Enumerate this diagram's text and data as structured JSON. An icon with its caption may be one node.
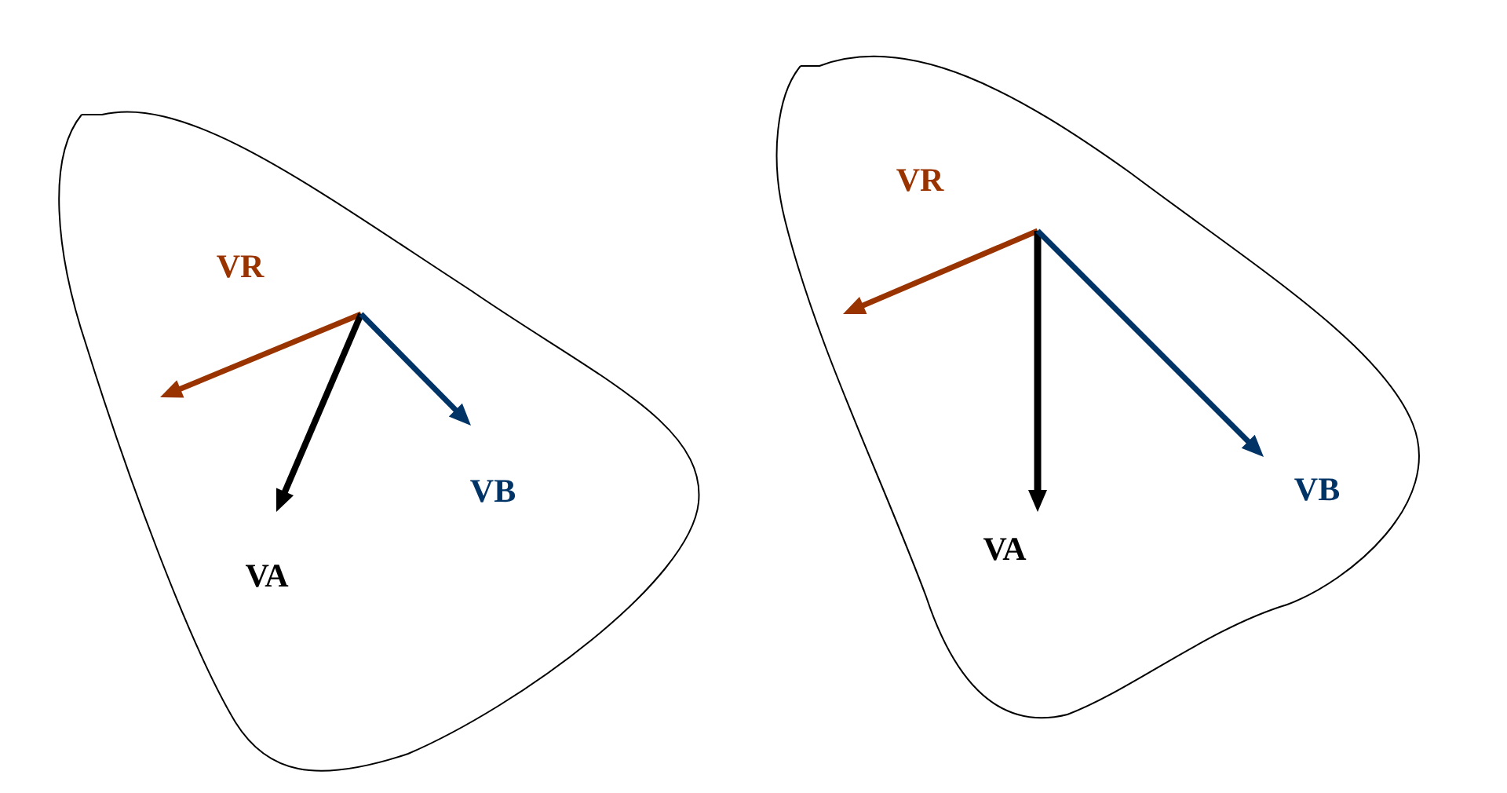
{
  "diagram": {
    "labels": [
      "VR",
      "VB",
      "VA",
      "VR",
      "VB",
      "VA"
    ]
  }
}
